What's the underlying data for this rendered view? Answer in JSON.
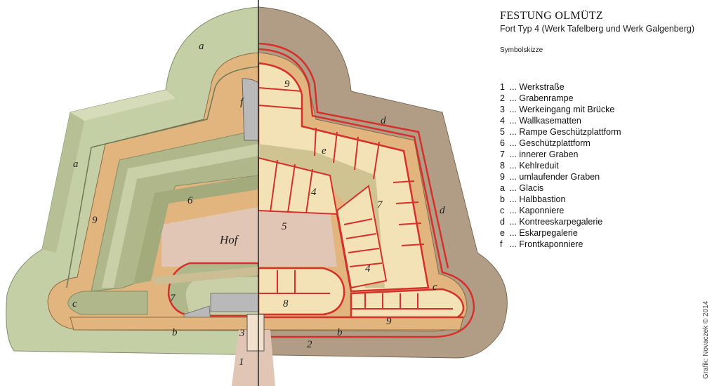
{
  "title": "FESTUNG OLMÜTZ",
  "subtitle": "Fort Typ 4 (Werk Tafelberg und Werk Galgenberg)",
  "sketch_label": "Symbolskizze",
  "legend": [
    {
      "key": "1",
      "sep": "...",
      "text": "Werkstraße"
    },
    {
      "key": "2",
      "sep": "...",
      "text": "Grabenrampe"
    },
    {
      "key": "3",
      "sep": "...",
      "text": "Werkeingang mit Brücke"
    },
    {
      "key": "4",
      "sep": "...",
      "text": "Wallkasematten"
    },
    {
      "key": "5",
      "sep": "...",
      "text": "Rampe Geschützplattform"
    },
    {
      "key": "6",
      "sep": "...",
      "text": "Geschützplattform"
    },
    {
      "key": "7",
      "sep": "...",
      "text": "innerer Graben"
    },
    {
      "key": "8",
      "sep": "...",
      "text": "Kehlreduit"
    },
    {
      "key": "9",
      "sep": "...",
      "text": "umlaufender Graben"
    },
    {
      "key": "a",
      "sep": "...",
      "text": "Glacis"
    },
    {
      "key": "b",
      "sep": "...",
      "text": "Halbbastion"
    },
    {
      "key": "c",
      "sep": "...",
      "text": "Kaponniere"
    },
    {
      "key": "d",
      "sep": "...",
      "text": "Kontreeskarpegalerie"
    },
    {
      "key": "e",
      "sep": "...",
      "text": "Eskarpegalerie"
    },
    {
      "key": "f",
      "sep": "...",
      "text": "Frontkaponniere"
    }
  ],
  "plan_labels": {
    "a1": "a",
    "a2": "a",
    "nine_top": "9",
    "f": "f",
    "nine_left": "9",
    "six": "6",
    "hof": "Hof",
    "five": "5",
    "d1": "d",
    "e": "e",
    "four_a": "4",
    "seven_right": "7",
    "d2": "d",
    "four_b": "4",
    "c_left": "c",
    "seven_left": "7",
    "eight": "8",
    "c_right": "c",
    "b_left": "b",
    "three": "3",
    "b_right": "b",
    "two": "2",
    "nine_bottom": "9",
    "one": "1"
  },
  "credit": "Grafik: Novaczek © 2014",
  "colors": {
    "glacis_green": "#c5cfa5",
    "glacis_brown": "#b19d85",
    "ditch_tan": "#e2b47e",
    "rampart_green": "#b0b88b",
    "courtyard": "#e2c6b5",
    "casemate_cream": "#f3e2b5",
    "wall_red": "#d6302b"
  }
}
